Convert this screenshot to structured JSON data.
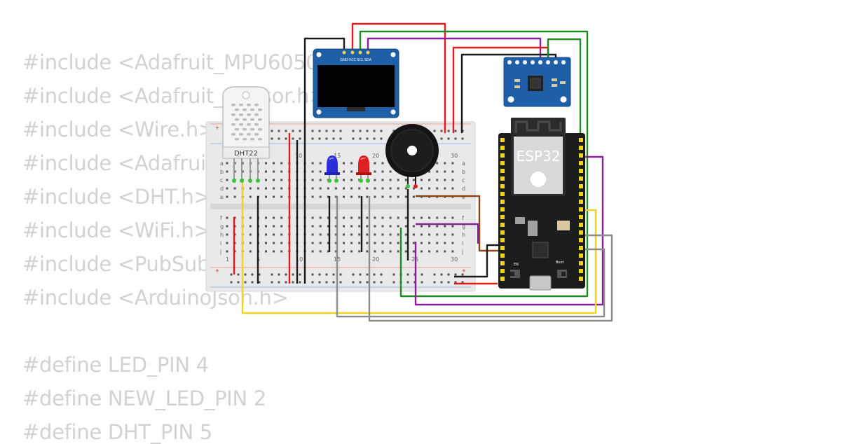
{
  "code": {
    "lines": [
      "#include <Adafruit_MPU6050.h>",
      "#include <Adafruit_Sensor.h>",
      "#include <Wire.h>",
      "#include <Adafruit_SSD1306.h>",
      "#include <DHT.h>",
      "#include <WiFi.h>",
      "#include <PubSubClient.h>",
      "#include <ArduinoJson.h>",
      "",
      "#define LED_PIN 4",
      "#define NEW_LED_PIN 2",
      "#define DHT_PIN 5"
    ]
  },
  "components": {
    "dht_label": "DHT22",
    "esp32_label": "ESP32",
    "oled_pins": [
      "GND",
      "VCC",
      "SCL",
      "SDA"
    ],
    "breadboard_rows_top": [
      "a",
      "b",
      "c",
      "d",
      "e"
    ],
    "breadboard_rows_bottom": [
      "f",
      "g",
      "h",
      "i",
      "j"
    ],
    "breadboard_columns": [
      "1",
      "5",
      "10",
      "15",
      "20",
      "25",
      "30"
    ],
    "boot_label": "Boot",
    "en_label": "EN"
  },
  "colors": {
    "wire_red": "#e01b1b",
    "wire_black": "#1a1a1a",
    "wire_green": "#1f8a1f",
    "wire_purple": "#8a1f9a",
    "wire_yellow": "#f2d21a",
    "wire_gray": "#8c8c8c",
    "wire_brown": "#8b4513",
    "pcb_blue": "#1f5fa8",
    "esp32_board": "#1c1c1c",
    "breadboard": "#e9e9e9"
  }
}
